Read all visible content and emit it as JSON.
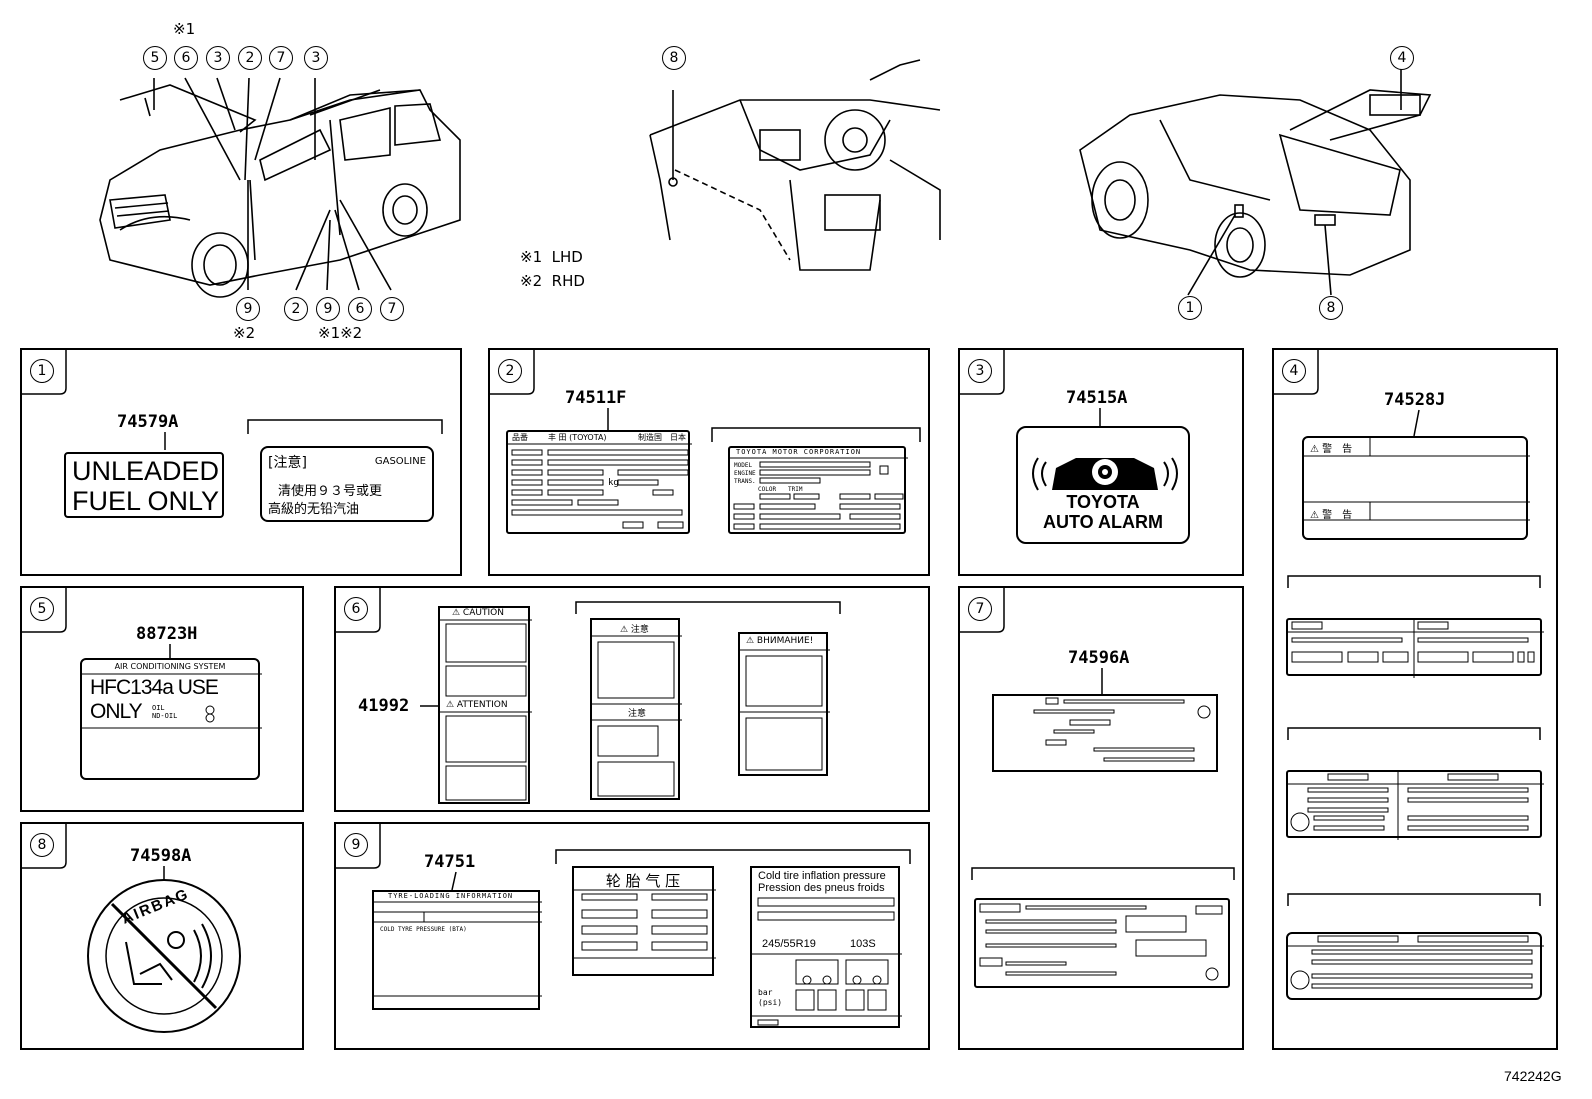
{
  "vehicle_views": {
    "front_callouts": [
      "5",
      "6",
      "3",
      "2",
      "7",
      "3",
      "2",
      "9",
      "6",
      "7",
      "9"
    ],
    "dash_callout": "8",
    "rear_callouts": [
      "4",
      "1",
      "8"
    ],
    "marks": {
      "lhd_mark": "※1",
      "rhd_mark": "※2",
      "under_9_left": "※2",
      "under_9_mid": "※1※2"
    }
  },
  "legend": [
    {
      "mark": "※1",
      "text": "LHD"
    },
    {
      "mark": "※2",
      "text": "RHD"
    }
  ],
  "panels": [
    {
      "index": "1",
      "part_number": "74579A",
      "label_line1": "UNLEADED",
      "label_line2": "FUEL ONLY",
      "alt_title": "[注意]",
      "alt_tag": "GASOLINE",
      "alt_line1": "清使用９３号或更",
      "alt_line2": "高級的无铅汽油"
    },
    {
      "index": "2",
      "part_number": "74511F",
      "header_left": "品番",
      "header_mid": "丰 田 (TOYOTA)",
      "header_right1": "制造国",
      "header_right2": "日本",
      "alt_header": "TOYOTA MOTOR CORPORATION",
      "alt_rows": [
        "MODEL",
        "ENGINE",
        "TRANS.",
        "COLOR",
        "TRIM"
      ],
      "unit_kg": "kg"
    },
    {
      "index": "3",
      "part_number": "74515A",
      "label_line1": "TOYOTA",
      "label_line2": "AUTO ALARM"
    },
    {
      "index": "4",
      "part_number": "74528J",
      "warn1": "⚠ 警　告",
      "warn2": "⚠ 警　告"
    },
    {
      "index": "5",
      "part_number": "88723H",
      "label_header": "AIR CONDITIONING SYSTEM",
      "label_main": "HFC134a USE ONLY",
      "oil1": "OIL",
      "oil2": "ND-OIL"
    },
    {
      "index": "6",
      "part_number": "41992",
      "caution": "⚠ CAUTION",
      "attention": "⚠ ATTENTION",
      "jp_caution": "⚠ 注意",
      "jp_caution2": "注意",
      "ru_caution": "⚠ ВНИМАНИЕ!"
    },
    {
      "index": "7",
      "part_number": "74596A"
    },
    {
      "index": "8",
      "part_number": "74598A",
      "label_text": "AIRBAG"
    },
    {
      "index": "9",
      "part_number": "74751",
      "tyre_header": "TYRE-LOADING INFORMATION",
      "tyre_row": "COLD TYRE PRESSURE (BTA)",
      "cn_title": "轮 胎 气 压",
      "en_line1": "Cold tire inflation pressure",
      "en_line2": "Pression des pneus froids",
      "tire_size": "245/55R19",
      "load_idx": "103S",
      "bar": "bar",
      "psi": "(psi)"
    }
  ],
  "figure_code": "742242G"
}
